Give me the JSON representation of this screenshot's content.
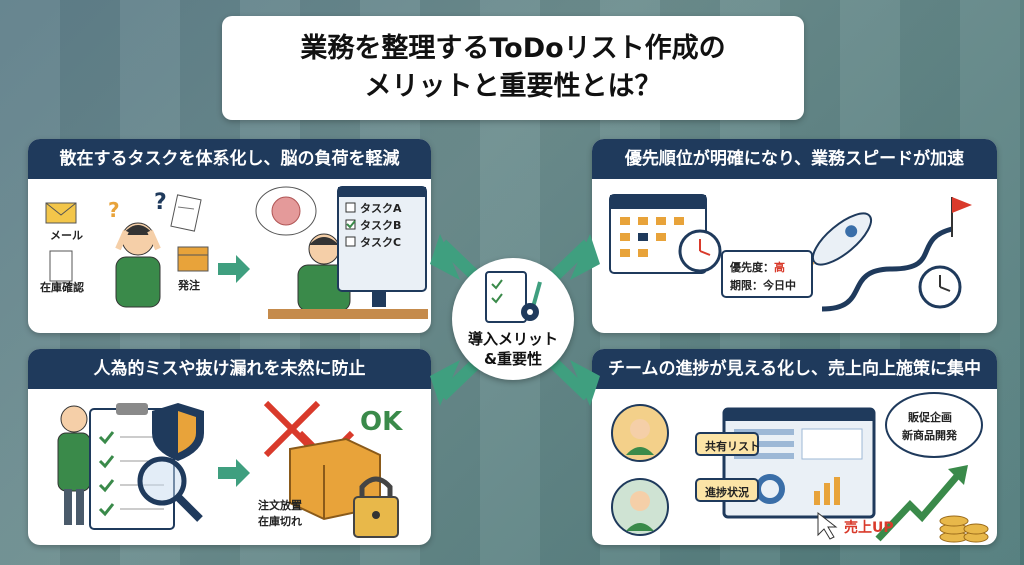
{
  "title": {
    "line1": "業務を整理するToDoリスト作成の",
    "line2": "メリットと重要性とは？"
  },
  "center": {
    "line1": "導入メリット",
    "line2": "&重要性"
  },
  "panels": {
    "p1": {
      "heading": "散在するタスクを体系化し、脳の負荷を軽減",
      "labels": {
        "mail": "メール",
        "stock": "在庫確認",
        "order": "発注"
      },
      "tasks": [
        "タスクA",
        "タスクB",
        "タスクC"
      ]
    },
    "p2": {
      "heading": "優先順位が明確になり、業務スピードが加速",
      "priority_label": "優先度：",
      "priority_value": "高",
      "deadline": "期限：今日中"
    },
    "p3": {
      "heading": "人為的ミスや抜け漏れを未然に防止",
      "ok": "OK",
      "miss1": "注文放置",
      "miss2": "在庫切れ"
    },
    "p4": {
      "heading": "チームの進捗が見える化し、売上向上施策に集中",
      "shared": "共有リスト",
      "progress": "進捗状況",
      "sales_up": "売上UP",
      "bubble1": "販促企画",
      "bubble2": "新商品開発"
    }
  },
  "colors": {
    "navy": "#1f3a5c",
    "green": "#3a8a4a",
    "teal": "#3f9f7f",
    "orange": "#e8a33a",
    "red": "#d93a2b"
  }
}
